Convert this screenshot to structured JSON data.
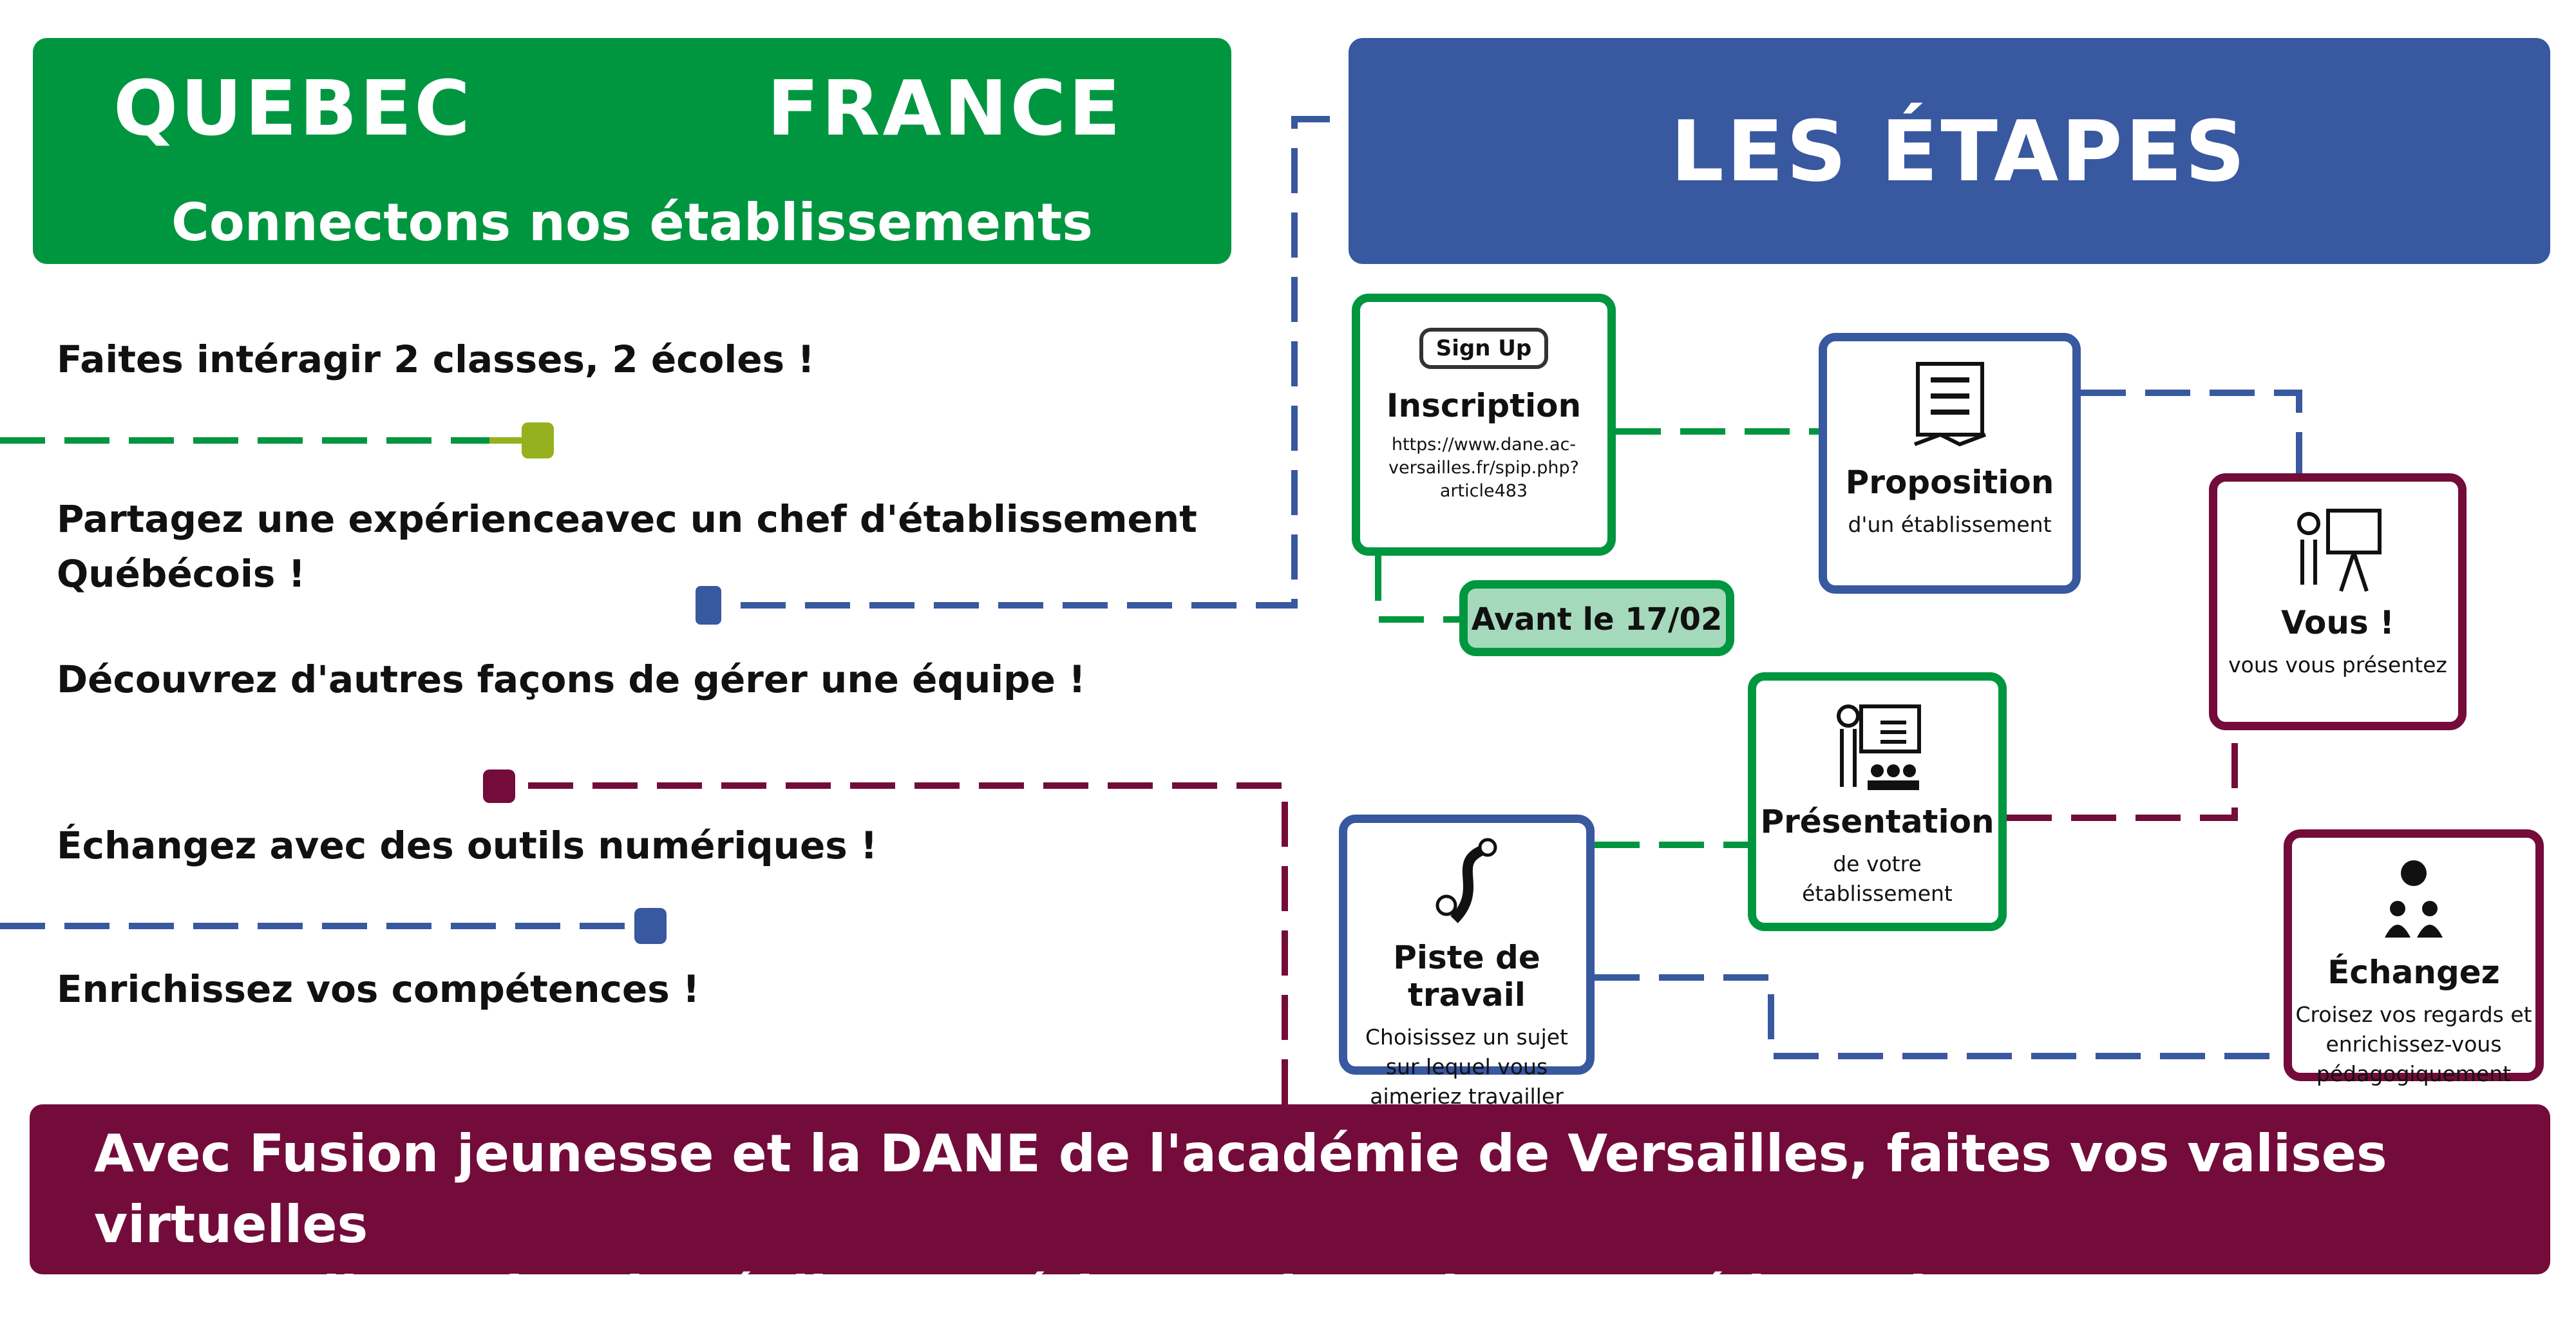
{
  "header_left": {
    "left": "QUEBEC",
    "right": "FRANCE",
    "subtitle": "Connectons nos établissements"
  },
  "header_right": {
    "title": "LES ÉTAPES"
  },
  "points": [
    "Faites intéragir 2 classes, 2 écoles !",
    "Partagez une expérienceavec un chef d'établissement",
    "Québécois !",
    "Découvrez d'autres façons de gérer une équipe !",
    "Échangez avec des outils numériques !",
    "Enrichissez vos compétences !"
  ],
  "steps": {
    "inscription": {
      "icon_text": "Sign Up",
      "title": "Inscription",
      "link": [
        "https://www.dane.ac-",
        "versailles.fr/spip.php?",
        "article483"
      ]
    },
    "deadline": "Avant le 17/02",
    "proposition": {
      "title": "Proposition",
      "desc": "d'un  établissement"
    },
    "vous": {
      "title": "Vous !",
      "desc": "vous vous présentez"
    },
    "presentation": {
      "title": "Présentation",
      "desc": "de votre établissement"
    },
    "piste": {
      "title": "Piste de travail",
      "desc": [
        "Choisissez un sujet",
        "sur lequel vous",
        "aimeriez travailler"
      ]
    },
    "echangez": {
      "title": "Échangez",
      "desc": [
        "Croisez vos regards et",
        "enrichissez-vous",
        "pédagogiquement"
      ]
    }
  },
  "footer": [
    "Avec Fusion jeunesse et la DANE de l'académie de Versailles, faites vos valises virtuelles",
    "et remplissez-les de réelles expériences humaines et pédagogiques !"
  ],
  "colors": {
    "green": "#009640",
    "blue": "#38589f",
    "maroon": "#730c3a",
    "lime": "#95b11f",
    "mint": "#a5d9bc"
  }
}
